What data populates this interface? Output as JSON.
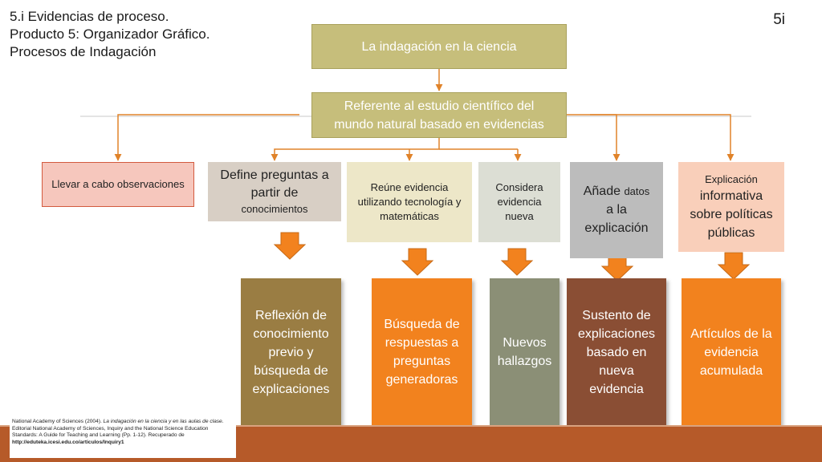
{
  "header": {
    "title_line1": "5.i Evidencias de proceso.",
    "title_line2": "Producto 5: Organizador Gráfico.",
    "title_line3": "Procesos de Indagación",
    "page_number": "5i"
  },
  "diagram": {
    "root": "La indagación en la ciencia",
    "definition": "Referente al estudio científico del mundo natural basado en evidencias",
    "processes": {
      "observaciones": "Llevar a cabo observaciones",
      "preguntas_a": "Define preguntas a partir de",
      "preguntas_b": "conocimientos",
      "evidencia": "Reúne evidencia utilizando tecnología y matemáticas",
      "considera": "Considera evidencia nueva",
      "anade_a": "Añade",
      "anade_b": "datos",
      "anade_c": "a la explicación",
      "explicacion_a": "Explicación",
      "explicacion_b": "informativa sobre políticas públicas"
    },
    "results": {
      "reflexion": "Reflexión de conocimiento previo y búsqueda de explicaciones",
      "busqueda": "Búsqueda de respuestas a preguntas generadoras",
      "hallazgos": "Nuevos hallazgos",
      "sustento": "Sustento de explicaciones basado en nueva evidencia",
      "articulos": "Artículos de la evidencia acumulada"
    }
  },
  "citation": {
    "part1": "National Academy of Sciences (2004). ",
    "part2_italic": "La indagación en la ciencia y en las aulas de clase",
    "part3": ". Editorial National Academy of Sciences, Inquiry and the National Science Education Standards: A Guide for Teaching and Learning (Pp. 1-12). Recuperado de ",
    "url": "http://eduteka.icesi.edu.co/articulos/Inquiry1"
  },
  "colors": {
    "olive": "#c6be7b",
    "connector": "#e0832a",
    "salmon": "#f6c7bd",
    "taupe": "#d8cfc5",
    "cream": "#ede7c8",
    "sage": "#dcded4",
    "gray": "#bcbcbc",
    "peach": "#f9cfba",
    "brown_olive": "#9a7d43",
    "orange": "#f2821e",
    "sage_dark": "#8b8f76",
    "brown_red": "#8a4e34",
    "footer": "#b65a29"
  }
}
